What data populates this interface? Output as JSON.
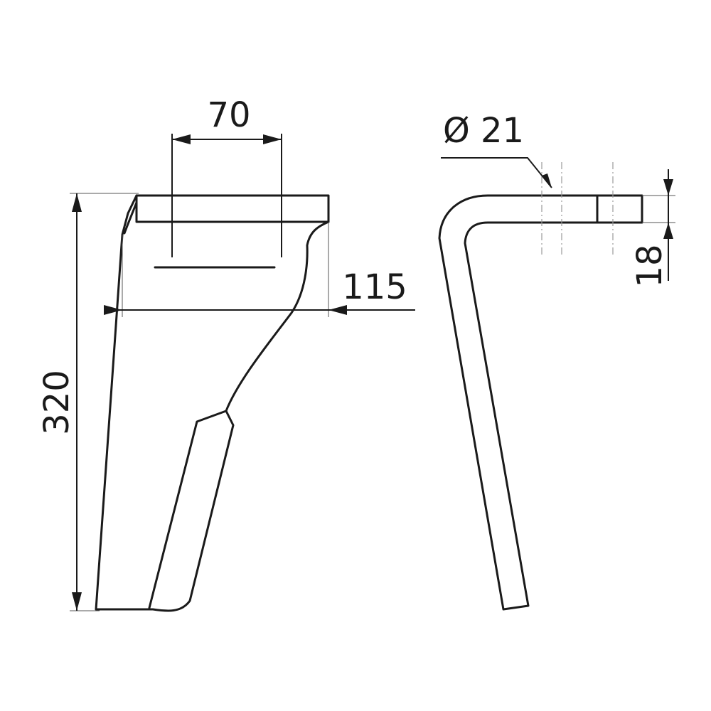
{
  "dimensions": {
    "height_total": "320",
    "bolt_spacing": "70",
    "width": "115",
    "bore": "Ø 21",
    "thickness": "18"
  },
  "colors": {
    "line": "#1a1a1a",
    "background": "#ffffff"
  }
}
